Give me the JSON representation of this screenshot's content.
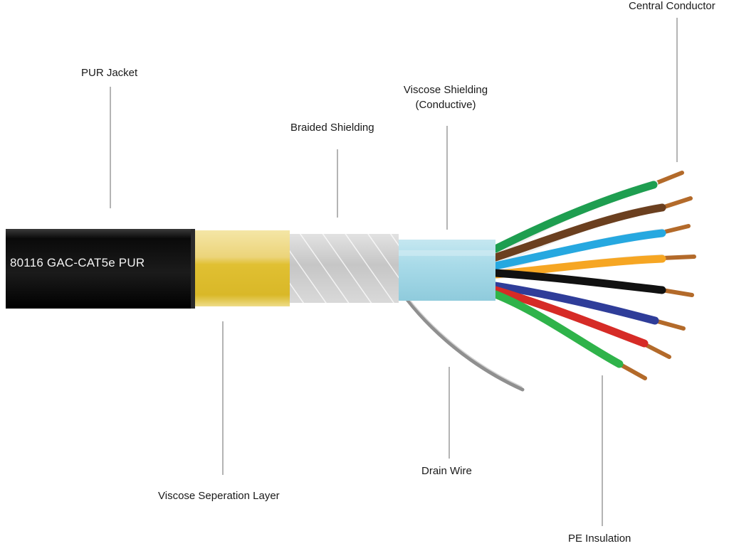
{
  "labels": {
    "central_conductor": "Central Conductor",
    "pur_jacket": "PUR Jacket",
    "viscose_shielding_line1": "Viscose Shielding",
    "viscose_shielding_line2": "(Conductive)",
    "braided_shielding": "Braided Shielding",
    "drain_wire": "Drain Wire",
    "viscose_separation_layer": "Viscose Seperation Layer",
    "pe_insulation": "PE Insulation"
  },
  "cable": {
    "jacket_print": "80116 GAC-CAT5e PUR"
  },
  "colors": {
    "jacket": "#0c0c0c",
    "separation_layer": "#e2c84a",
    "braid": "#c9c9c9",
    "viscose_shield": "#9dd3e3",
    "drain": "#9a9a9a",
    "copper": "#b36a2a",
    "wires": [
      "#1e9e50",
      "#6b3f1f",
      "#26a8e0",
      "#f6a623",
      "#111111",
      "#2f3d99",
      "#d62b26",
      "#2fb34a"
    ]
  }
}
